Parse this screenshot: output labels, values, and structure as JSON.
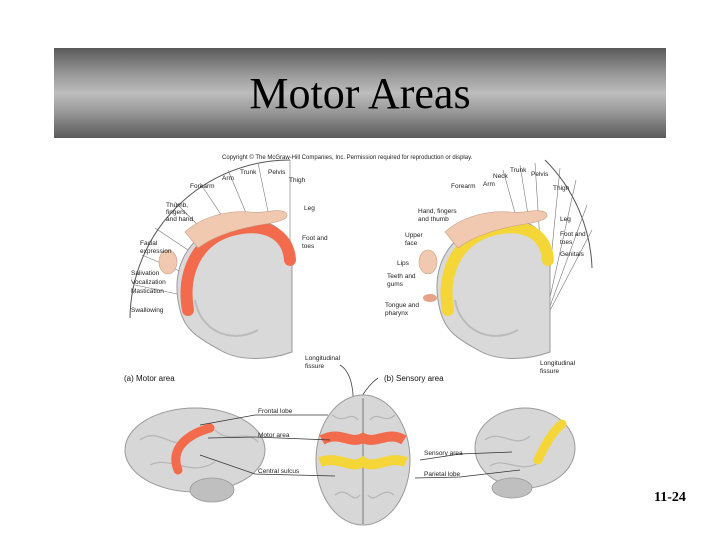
{
  "slide": {
    "title": "Motor Areas",
    "copyright": "Copyright © The McGraw-Hill Companies, Inc. Permission required for reproduction or display.",
    "page_number": "11-24"
  },
  "motor_panel": {
    "caption": "(a) Motor area",
    "labels": {
      "trunk": "Trunk",
      "arm": "Arm",
      "pelvis": "Pelvis",
      "thigh": "Thigh",
      "forearm": "Forearm",
      "leg": "Leg",
      "thumb_line1": "Thumb,",
      "thumb_line2": "fingers,",
      "thumb_line3": "and hand",
      "foot_line1": "Foot and",
      "foot_line2": "toes",
      "facial_line1": "Facial",
      "facial_line2": "expression",
      "salivation": "Salivation",
      "vocalization": "Vocalization",
      "mastication": "Mastication",
      "swallowing": "Swallowing",
      "fissure_line1": "Longitudinal",
      "fissure_line2": "fissure"
    }
  },
  "sensory_panel": {
    "caption": "(b) Sensory area",
    "labels": {
      "trunk": "Trunk",
      "neck": "Neck",
      "pelvis": "Pelvis",
      "forearm": "Forearm",
      "arm": "Arm",
      "thigh": "Thigh",
      "hand_line1": "Hand, fingers",
      "hand_line2": "and thumb",
      "leg": "Leg",
      "upper_face_line1": "Upper",
      "upper_face_line2": "face",
      "foot_line1": "Foot and",
      "foot_line2": "toes",
      "genitals": "Genitals",
      "lips": "Lips",
      "teeth_line1": "Teeth and",
      "teeth_line2": "gums",
      "tongue_line1": "Tongue and",
      "tongue_line2": "pharynx",
      "fissure_line1": "Longitudinal",
      "fissure_line2": "fissure"
    }
  },
  "bottom_labels": {
    "frontal_lobe": "Frontal lobe",
    "motor_area": "Motor area",
    "central_sulcus": "Central sulcus",
    "sensory_area": "Sensory area",
    "parietal_lobe": "Parietal lobe"
  },
  "colors": {
    "motor": "#f26b4c",
    "sensory": "#f5d638",
    "brain": "#d9d9d9",
    "homunculus": "#f0c9b0"
  }
}
